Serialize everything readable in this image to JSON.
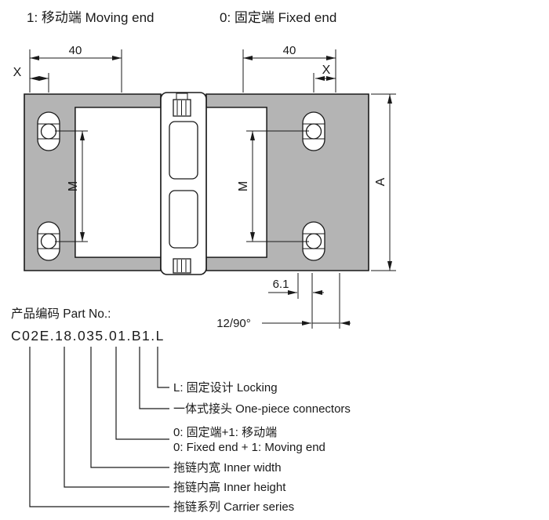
{
  "header": {
    "moving_end": "1: 移动端 Moving end",
    "fixed_end": "0: 固定端 Fixed end"
  },
  "dimensions": {
    "width_left": "40",
    "width_right": "40",
    "x_left": "X",
    "x_right": "X",
    "m_left": "M",
    "m_right": "M",
    "a": "A",
    "hole_offset": "6.1",
    "pitch_angle": "12/90°"
  },
  "part_number": {
    "label": "产品编码 Part No.:",
    "code": "C02E.18.035.01.B1.L",
    "callouts": [
      {
        "text": "L: 固定设计 Locking"
      },
      {
        "text": "一体式接头 One-piece connectors"
      },
      {
        "text": "0: 固定端+1: 移动端",
        "text2": "0: Fixed end + 1: Moving end"
      },
      {
        "text": "拖链内宽 Inner width"
      },
      {
        "text": "拖链内高 Inner height"
      },
      {
        "text": "拖链系列 Carrier series"
      }
    ]
  },
  "colors": {
    "bracket_fill": "#b4b4b4",
    "line": "#1a1a1a",
    "background": "#ffffff"
  }
}
